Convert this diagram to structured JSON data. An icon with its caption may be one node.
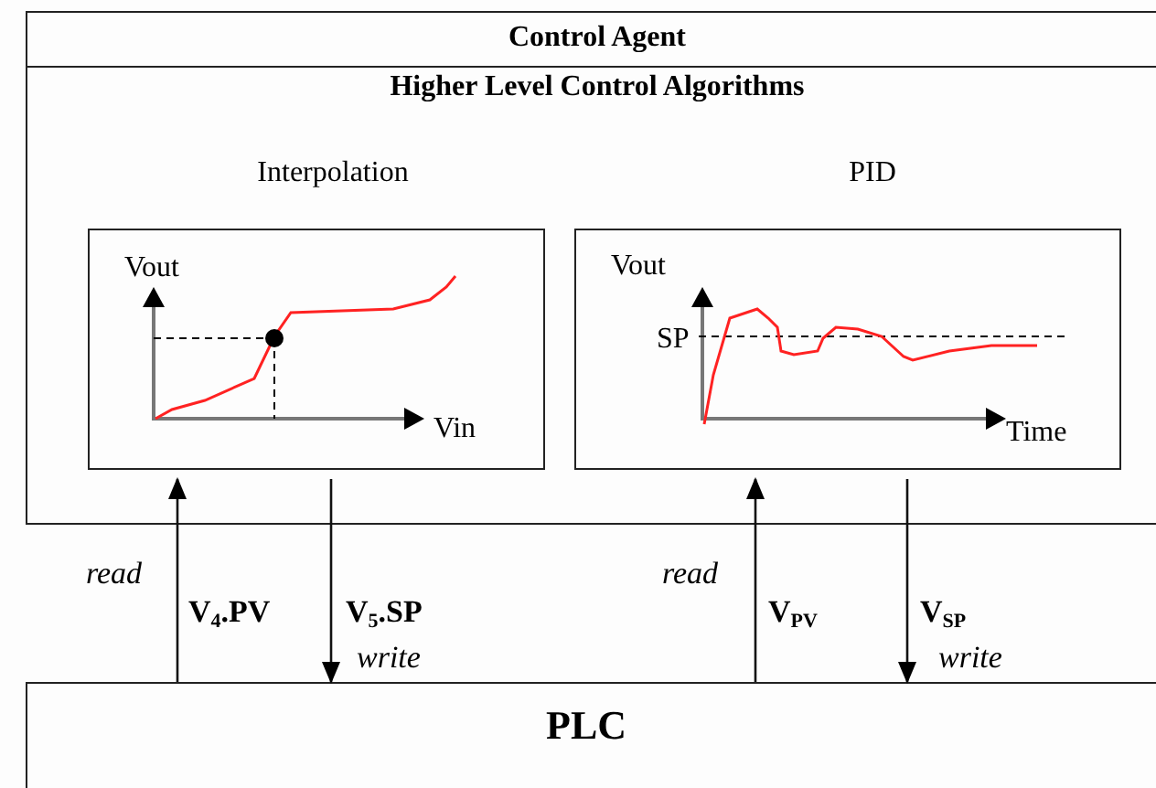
{
  "diagram": {
    "nodes": [
      {
        "text": [
          "Control Agent",
          "Higher Level Control Algorithms"
        ]
      },
      {
        "text": [
          "Interpolation",
          "Vout",
          "Vin"
        ],
        "in": 0
      },
      {
        "text": [
          "PID",
          "Vout",
          "SP",
          "Time"
        ],
        "in": 0
      },
      {
        "text": [
          "PLC"
        ]
      }
    ],
    "edges": [
      {
        "from": 3,
        "to": 1,
        "arrow": "to",
        "label": "V$_{4}$.PV"
      },
      {
        "from": 1,
        "to": 3,
        "arrow": "to",
        "label": "V$_{5}$.SP"
      },
      {
        "from": 3,
        "to": 2,
        "arrow": "to",
        "label": "V$_{PV}$"
      },
      {
        "from": 2,
        "to": 3,
        "arrow": "to",
        "label": "V$_{SP}$"
      }
    ],
    "labels": [
      "read",
      "write",
      "read",
      "write"
    ]
  }
}
